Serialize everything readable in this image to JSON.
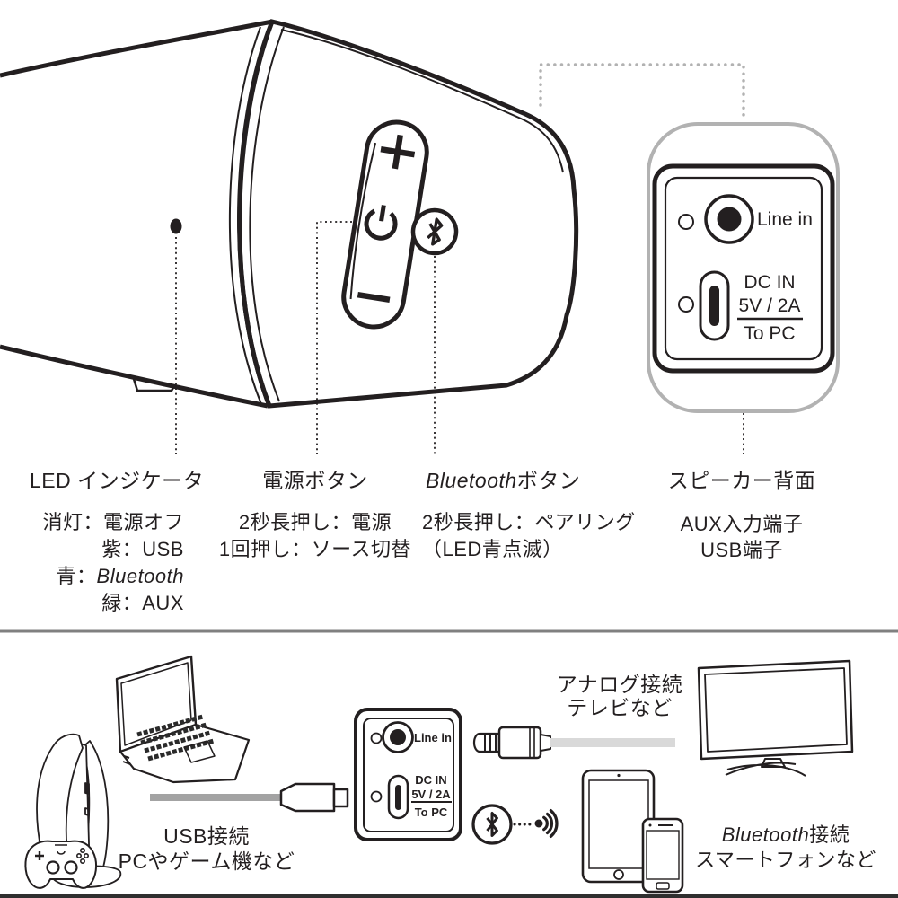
{
  "colors": {
    "ink": "#231f20",
    "panel_gray": "#b2b2b2",
    "divider_gray": "#808080",
    "usb_cable_gray": "#a3a3a3",
    "analog_cable_gray": "#d9d9d9",
    "bottom_bar": "#2f2f2f"
  },
  "icons": {
    "volume_up": "plus-icon",
    "volume_down": "minus-icon",
    "power": "power-symbol-icon",
    "bluetooth_button": "bluetooth-rune-icon",
    "bluetooth_badge": "bluetooth-rune-icon",
    "signal": "radio-waves-icon"
  },
  "callouts": {
    "led": {
      "label": "LED インジケータ",
      "d1": "消灯：電源オフ",
      "d2": "紫：USB",
      "d3_prefix": "青：",
      "d3_brand": "Bluetooth",
      "d4": "緑：AUX"
    },
    "power": {
      "label": "電源ボタン",
      "d1": "2秒長押し：電源",
      "d2": "1回押し：ソース切替"
    },
    "bluetooth": {
      "brand": "Bluetooth",
      "suffix": "ボタン",
      "d1": "2秒長押し：ペアリング",
      "d2": "（LED青点滅）"
    },
    "rear": {
      "label": "スピーカー背面",
      "d1": "AUX入力端子",
      "d2": "USB端子"
    }
  },
  "rear_panel": {
    "line_in": "Line in",
    "dc_in": "DC IN",
    "dc_spec": "5V / 2A",
    "to_pc": "To PC"
  },
  "connections": {
    "usb": {
      "line1": "USB接続",
      "line2": "PCやゲーム機など"
    },
    "analog": {
      "line1": "アナログ接続",
      "line2": "テレビなど"
    },
    "bluetooth": {
      "brand": "Bluetooth",
      "suffix": "接続",
      "line2": "スマートフォンなど"
    }
  }
}
